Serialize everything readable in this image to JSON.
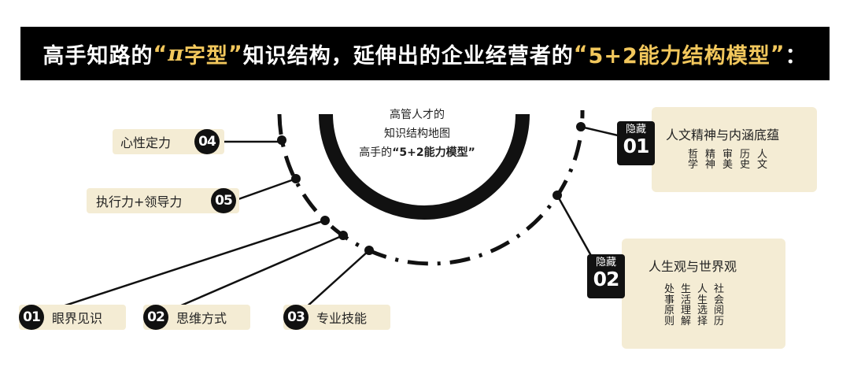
{
  "header": {
    "part1": "高手知路的",
    "quote_open_1": "“",
    "pi_symbol": "π",
    "pi_word": "字型",
    "quote_close_1": "”",
    "part2": "知识结构，延伸出的企业经营者的",
    "quote_open_2": "“",
    "model_name": "5+2能力结构模型",
    "quote_close_2": "”",
    "part3": "："
  },
  "center": {
    "line1": "高管人才的",
    "line2": "知识结构地图",
    "line3_prefix": "高手的",
    "line3_bold": "“5+2能力模型”"
  },
  "left_items": [
    {
      "number": "04",
      "label": "心性定力"
    },
    {
      "number": "05",
      "label": "执行力+领导力"
    }
  ],
  "bottom_items": [
    {
      "number": "01",
      "label": "眼界见识"
    },
    {
      "number": "02",
      "label": "思维方式"
    },
    {
      "number": "03",
      "label": "专业技能"
    }
  ],
  "hidden_1": {
    "tag_top": "隐藏",
    "tag_number": "01",
    "title": "人文精神与内涵底蕴",
    "columns": [
      [
        "哲",
        "学"
      ],
      [
        "精",
        "神"
      ],
      [
        "审",
        "美"
      ],
      [
        "历",
        "史"
      ],
      [
        "人",
        "文"
      ]
    ]
  },
  "hidden_2": {
    "tag_top": "隐藏",
    "tag_number": "02",
    "title": "人生观与世界观",
    "columns": [
      [
        "社",
        "会",
        "阅",
        "历"
      ],
      [
        "人",
        "生",
        "选",
        "择"
      ],
      [
        "生",
        "活",
        "理",
        "解"
      ],
      [
        "处",
        "事",
        "原",
        "则"
      ]
    ]
  },
  "colors": {
    "background": "#ffffff",
    "banner": "#000000",
    "highlight": "#f2c75c",
    "box_fill": "#f4ecd4",
    "ink": "#111111"
  }
}
